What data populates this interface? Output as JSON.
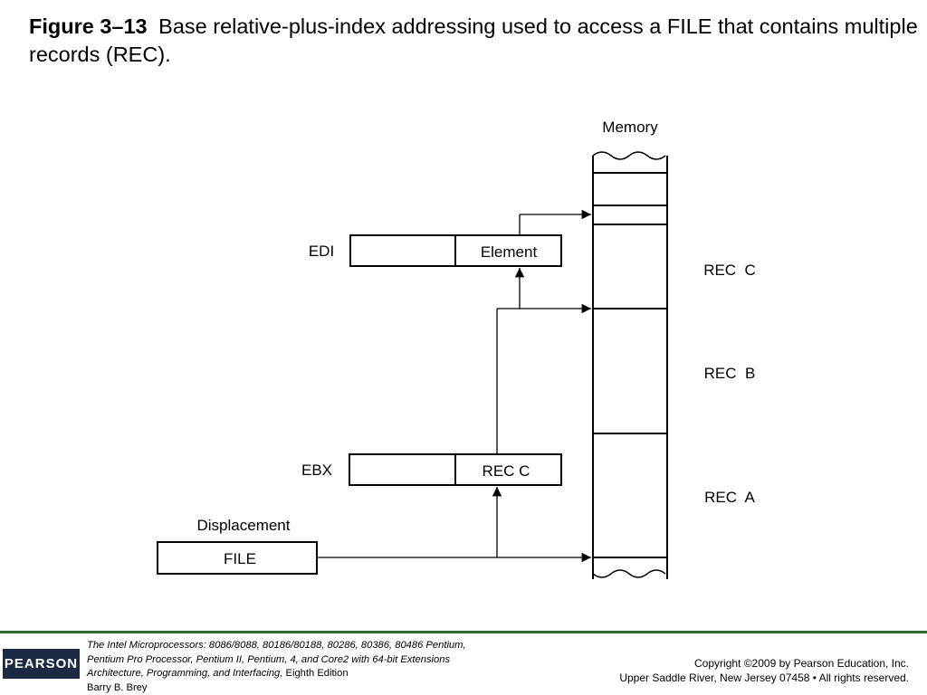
{
  "caption": {
    "figure_label": "Figure 3–13",
    "text": "Base relative-plus-index addressing used to access a FILE that contains multiple records (REC)."
  },
  "diagram": {
    "memory_label": "Memory",
    "edi_label": "EDI",
    "edi_value": "Element",
    "ebx_label": "EBX",
    "ebx_value": "REC C",
    "displacement_label": "Displacement",
    "displacement_value": "FILE",
    "records": [
      "REC  C",
      "REC  B",
      "REC  A"
    ]
  },
  "footer": {
    "logo": "PEARSON",
    "book_title": "The Intel Microprocessors:",
    "book_line1": "8086/8088, 80186/80188, 80286, 80386, 80486 Pentium,",
    "book_line2": "Pentium Pro Processor, Pentium II, Pentium, 4, and Core2 with 64-bit Extensions",
    "book_line3_italic": "Architecture, Programming, and Interfacing,",
    "book_edition": "Eighth Edition",
    "author": "Barry B. Brey",
    "copyright_line1": "Copyright ©2009 by Pearson Education, Inc.",
    "copyright_line2": "Upper Saddle River, New Jersey 07458 • All rights reserved."
  }
}
